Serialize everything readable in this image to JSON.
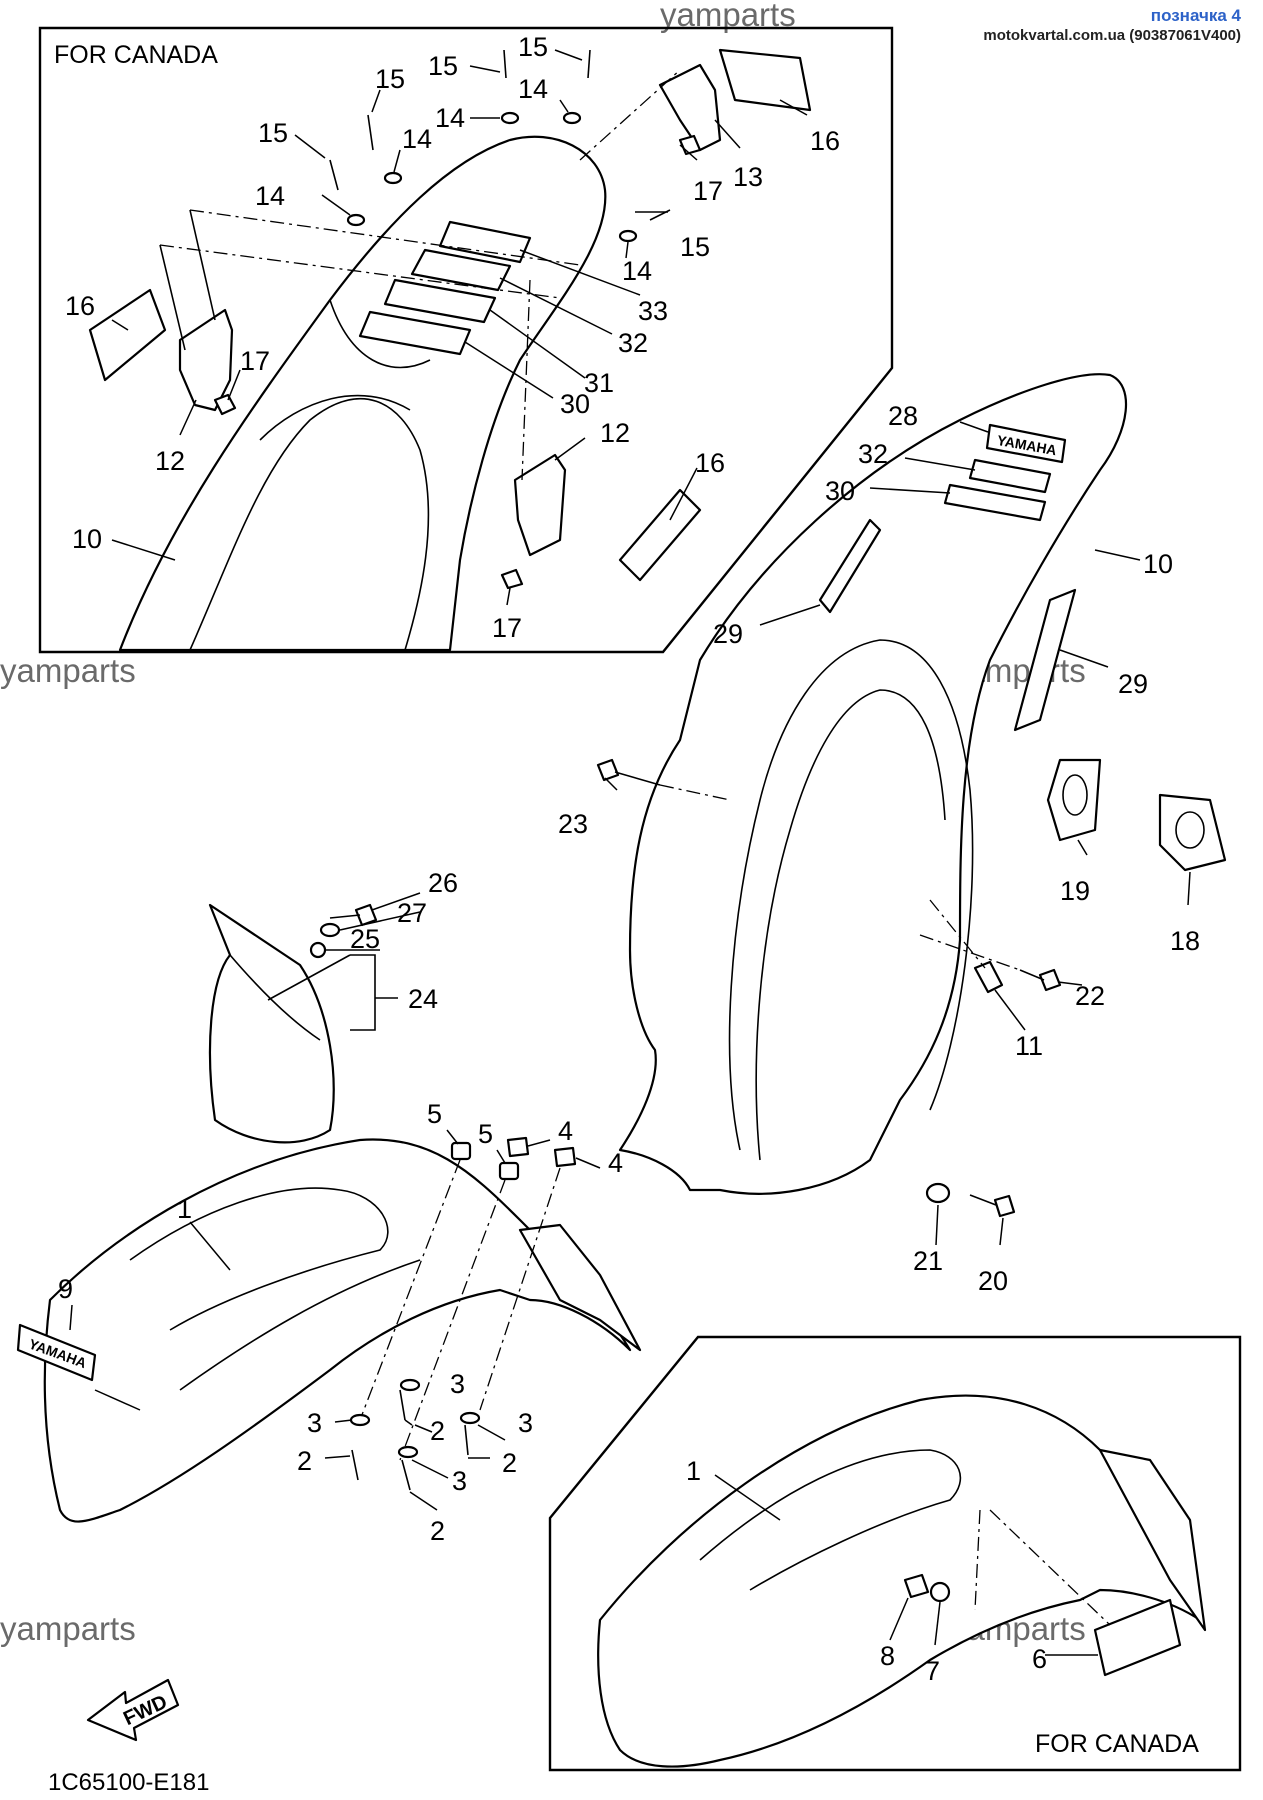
{
  "header": {
    "link_label": "позначка 4",
    "site_text": "motokvartal.com.ua (90387061V400)"
  },
  "watermark": "yamparts",
  "box_titles": {
    "top_box": "FOR CANADA",
    "bottom_box": "FOR CANADA"
  },
  "fwd_label": "FWD",
  "diagram_code": "1C65100-E181",
  "callouts": {
    "c1a": "1",
    "c1b": "1",
    "c2a": "2",
    "c2b": "2",
    "c2c": "2",
    "c2d": "2",
    "c3a": "3",
    "c3b": "3",
    "c3c": "3",
    "c3d": "3",
    "c4a": "4",
    "c4b": "4",
    "c5a": "5",
    "c5b": "5",
    "c6": "6",
    "c7": "7",
    "c8": "8",
    "c9": "9",
    "c10a": "10",
    "c10b": "10",
    "c11": "11",
    "c12a": "12",
    "c12b": "12",
    "c13": "13",
    "c14a": "14",
    "c14b": "14",
    "c14c": "14",
    "c14d": "14",
    "c14e": "14",
    "c15a": "15",
    "c15b": "15",
    "c15c": "15",
    "c15d": "15",
    "c15e": "15",
    "c16a": "16",
    "c16b": "16",
    "c16c": "16",
    "c17a": "17",
    "c17b": "17",
    "c17c": "17",
    "c18": "18",
    "c19": "19",
    "c20": "20",
    "c21": "21",
    "c22": "22",
    "c23": "23",
    "c24": "24",
    "c25": "25",
    "c26": "26",
    "c27": "27",
    "c28": "28",
    "c29a": "29",
    "c29b": "29",
    "c30a": "30",
    "c30b": "30",
    "c31": "31",
    "c32a": "32",
    "c32b": "32",
    "c33": "33"
  },
  "decal_texts": {
    "front_fender_decal": "YAMAHA",
    "rear_fender_decal": "YAMAHA"
  }
}
